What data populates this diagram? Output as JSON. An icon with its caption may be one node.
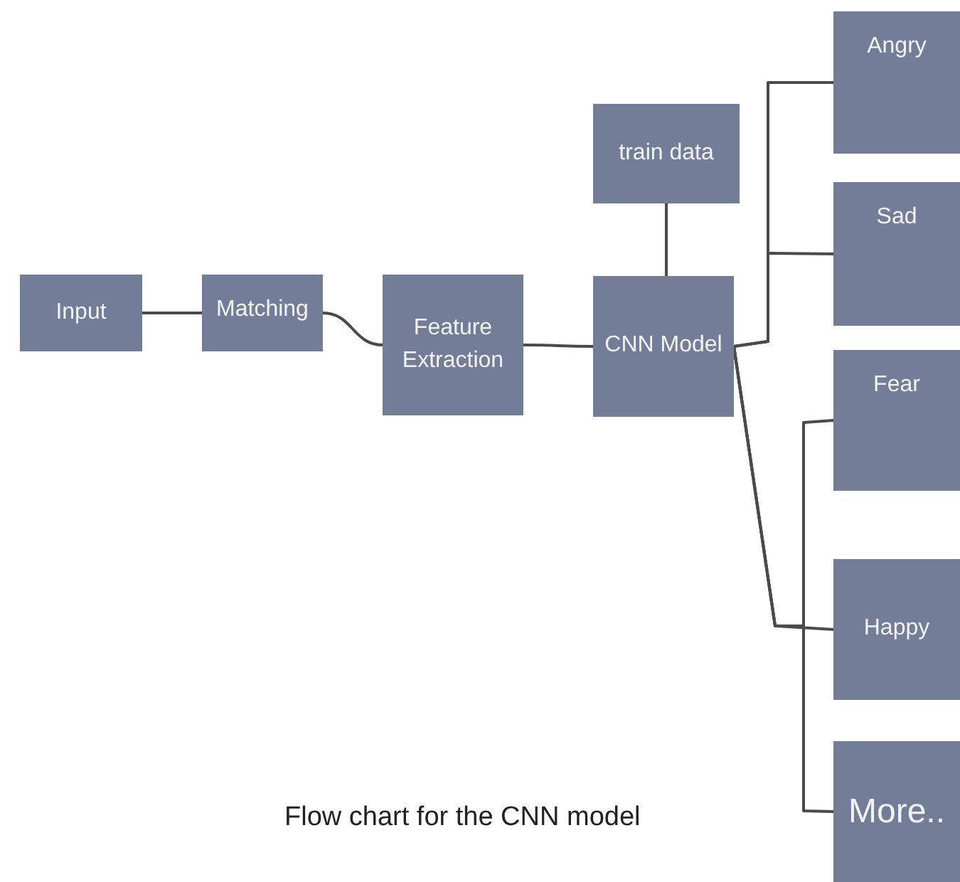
{
  "diagram": {
    "caption": "Flow chart for the CNN model",
    "nodes": [
      {
        "text": [
          "Input"
        ]
      },
      {
        "text": [
          "Matching"
        ]
      },
      {
        "text": [
          "Feature Extraction"
        ]
      },
      {
        "text": [
          "train data"
        ]
      },
      {
        "text": [
          "CNN Model"
        ]
      },
      {
        "text": [
          "Angry"
        ]
      },
      {
        "text": [
          "Sad"
        ]
      },
      {
        "text": [
          "Fear"
        ]
      },
      {
        "text": [
          "Happy"
        ]
      },
      {
        "text": [
          "More.."
        ]
      }
    ],
    "edges": [
      {
        "from": 0,
        "to": 1,
        "arrow": "none"
      },
      {
        "from": 1,
        "to": 2,
        "arrow": "none"
      },
      {
        "from": 2,
        "to": 4,
        "arrow": "none"
      },
      {
        "from": 3,
        "to": 4,
        "arrow": "none"
      },
      {
        "from": 4,
        "to": 5,
        "arrow": "none"
      },
      {
        "from": 4,
        "to": 6,
        "arrow": "none"
      },
      {
        "from": 4,
        "to": 7,
        "arrow": "none"
      },
      {
        "from": 4,
        "to": 8,
        "arrow": "none"
      },
      {
        "from": 4,
        "to": 9,
        "arrow": "none"
      }
    ]
  }
}
